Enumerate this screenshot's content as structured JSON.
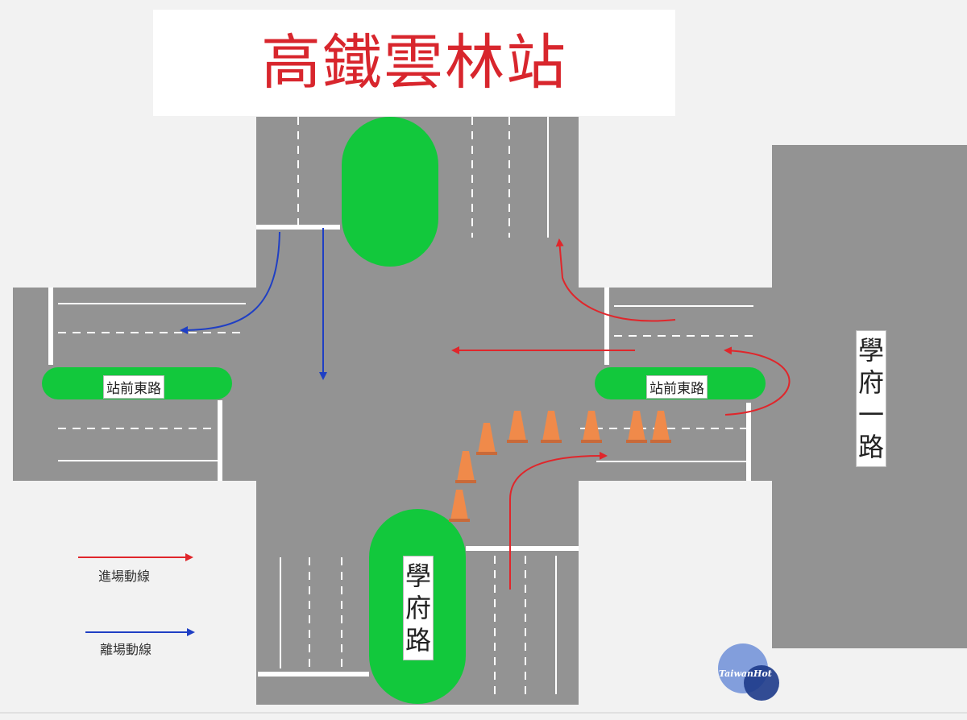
{
  "title": "高鐵雲林站",
  "roads": {
    "north_south": "學府路",
    "east_west_west": "站前東路",
    "east_west_east": "站前東路",
    "east_vertical": "學府一路"
  },
  "legend": {
    "entry_label": "進場動線",
    "exit_label": "離場動線"
  },
  "colors": {
    "road": "#939393",
    "median": "#12c83c",
    "entry_route": "#e0262b",
    "exit_route": "#1f3fc4",
    "cone": "#f08a4a",
    "title": "#d8262d"
  },
  "watermark": "TaiwanHot"
}
